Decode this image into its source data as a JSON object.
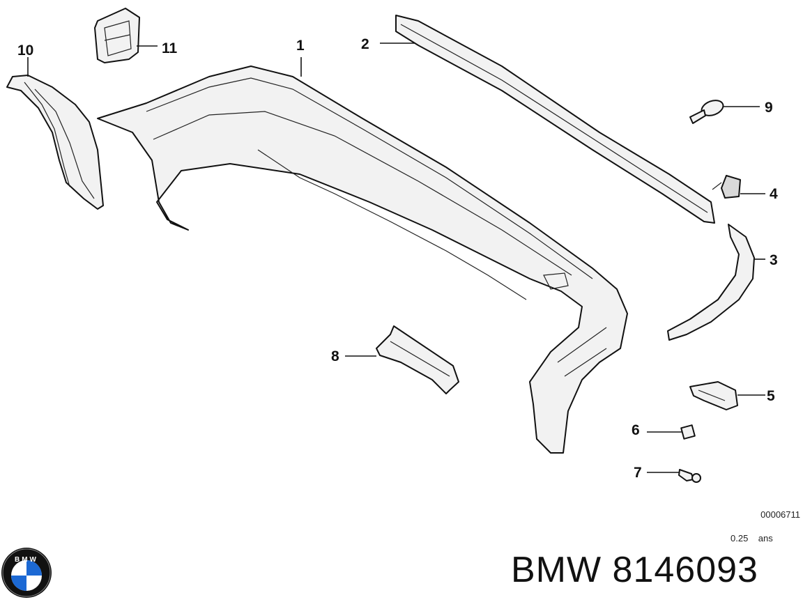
{
  "callouts": [
    "1",
    "2",
    "3",
    "4",
    "5",
    "6",
    "7",
    "8",
    "9",
    "10",
    "11"
  ],
  "diagram_code": "00006711",
  "scale_value": "0.25",
  "scale_unit": "ans",
  "logo_text": "BMW",
  "part_number_label": "BMW 8146093",
  "colors": {
    "line": "#111111",
    "background": "#ffffff",
    "logo_blue": "#1c69d4"
  }
}
